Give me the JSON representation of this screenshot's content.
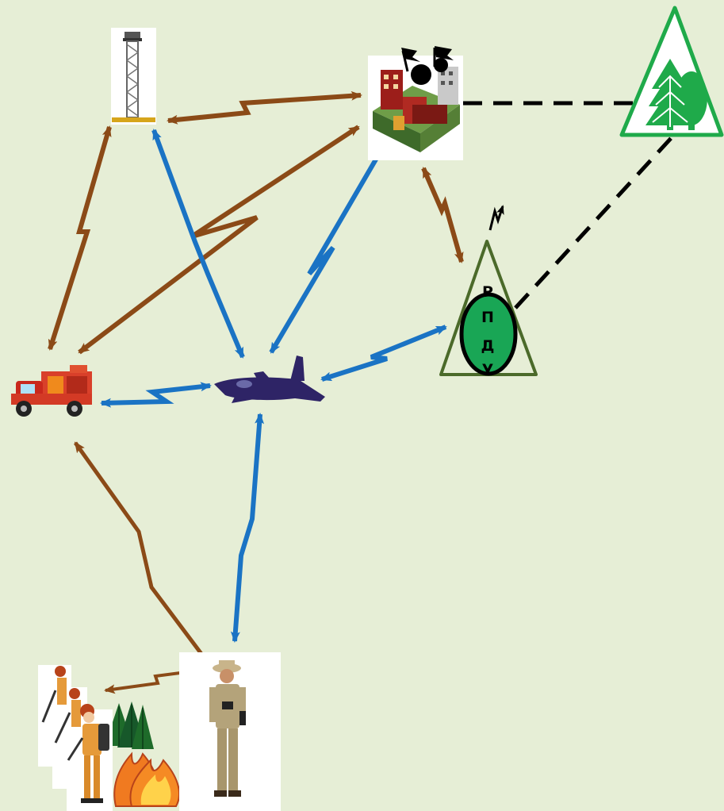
{
  "diagram": {
    "colors": {
      "background": "#e6eed6",
      "radio_link": "#8b4a17",
      "air_link": "#1a73c4",
      "dashed_link": "#000000",
      "forest_badge": "#1faa4a",
      "pdu_outline": "#4b6a2a",
      "pdu_oval": "#19a655",
      "aircraft": "#2e2466"
    },
    "nodes": [
      {
        "id": "watch-tower",
        "icon": "fire-lookout-tower-icon"
      },
      {
        "id": "headquarters",
        "icon": "headquarters-building-icon"
      },
      {
        "id": "forestry",
        "icon": "forest-tree-triangle-icon"
      },
      {
        "id": "fire-truck",
        "icon": "fire-truck-icon"
      },
      {
        "id": "aircraft",
        "icon": "patrol-airplane-icon"
      },
      {
        "id": "pdu",
        "icon": "dispatch-point-icon",
        "letters": [
          "Р",
          "П",
          "Д",
          "У"
        ]
      },
      {
        "id": "ranger",
        "icon": "forest-ranger-icon"
      },
      {
        "id": "firefighters",
        "icon": "firefighter-crew-icon"
      },
      {
        "id": "fire",
        "icon": "forest-fire-icon"
      }
    ],
    "links": [
      {
        "from": "watch-tower",
        "to": "headquarters",
        "type": "radio"
      },
      {
        "from": "watch-tower",
        "to": "fire-truck",
        "type": "radio"
      },
      {
        "from": "headquarters",
        "to": "fire-truck",
        "type": "radio"
      },
      {
        "from": "headquarters",
        "to": "pdu",
        "type": "radio"
      },
      {
        "from": "fire-truck",
        "to": "ranger",
        "type": "radio"
      },
      {
        "from": "ranger",
        "to": "firefighters",
        "type": "radio"
      },
      {
        "from": "watch-tower",
        "to": "aircraft",
        "type": "air"
      },
      {
        "from": "headquarters",
        "to": "aircraft",
        "type": "air"
      },
      {
        "from": "pdu",
        "to": "aircraft",
        "type": "air"
      },
      {
        "from": "aircraft",
        "to": "fire-truck",
        "type": "air"
      },
      {
        "from": "aircraft",
        "to": "ranger",
        "type": "air"
      },
      {
        "from": "headquarters",
        "to": "forestry",
        "type": "dashed"
      },
      {
        "from": "pdu",
        "to": "forestry",
        "type": "dashed"
      }
    ]
  }
}
